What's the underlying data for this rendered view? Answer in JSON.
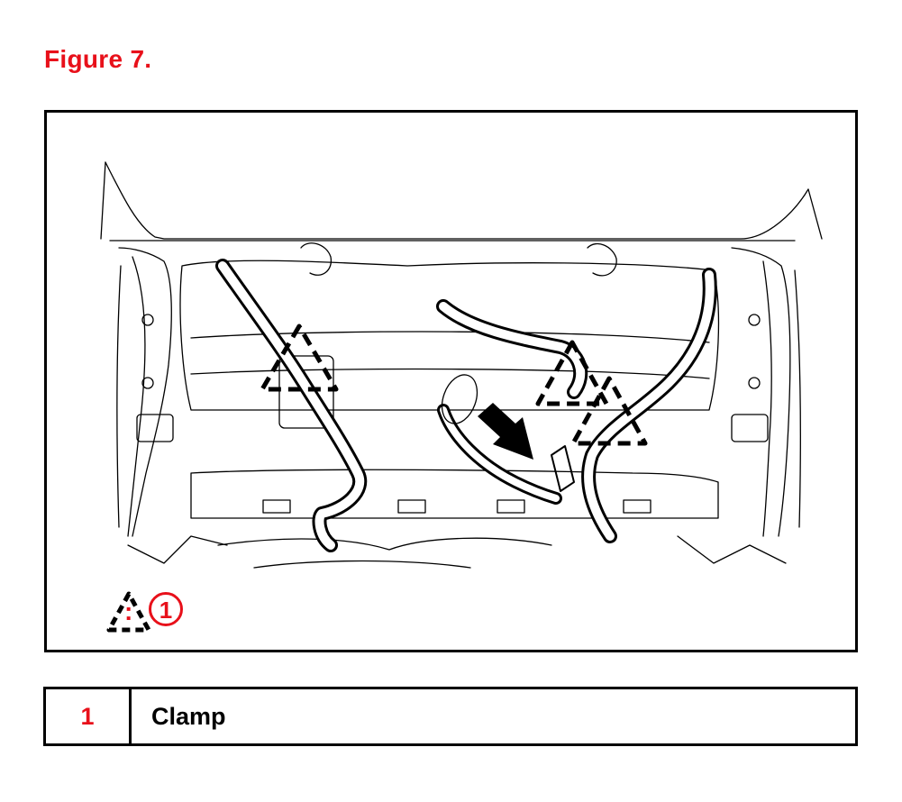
{
  "figure": {
    "title": "Figure 7."
  },
  "legend": {
    "separator": ":",
    "callout_number": "1"
  },
  "key_table": {
    "rows": [
      {
        "number": "1",
        "description": "Clamp"
      }
    ]
  },
  "colors": {
    "accent": "#e8101a",
    "line": "#000000"
  }
}
